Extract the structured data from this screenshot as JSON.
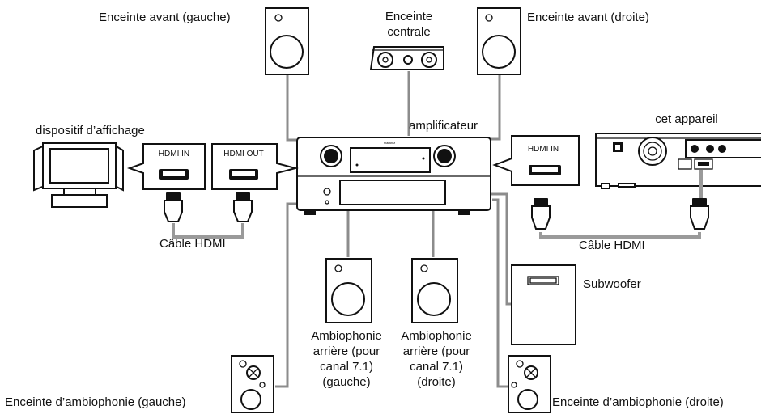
{
  "labels": {
    "front_left": "Enceinte avant (gauche)",
    "center_line1": "Enceinte",
    "center_line2": "centrale",
    "front_right": "Enceinte avant (droite)",
    "display": "dispositif d’affichage",
    "amplifier": "amplificateur",
    "this_unit": "cet appareil",
    "hdmi_cable_left": "Câble HDMI",
    "hdmi_cable_right": "Câble HDMI",
    "subwoofer": "Subwoofer",
    "rear_left": [
      "Ambiophonie",
      "arrière (pour",
      "canal 7.1)",
      "(gauche)"
    ],
    "rear_right": [
      "Ambiophonie",
      "arrière (pour",
      "canal 7.1)",
      "(droite)"
    ],
    "surround_left": "Enceinte d’ambiophonie (gauche)",
    "surround_right": "Enceinte d’ambiophonie (droite)"
  },
  "callouts": {
    "display_hdmi_in": "HDMI IN",
    "amp_hdmi_out": "HDMI OUT",
    "unit_hdmi_in": "HDMI IN"
  },
  "amplifier_brand": "marantz"
}
